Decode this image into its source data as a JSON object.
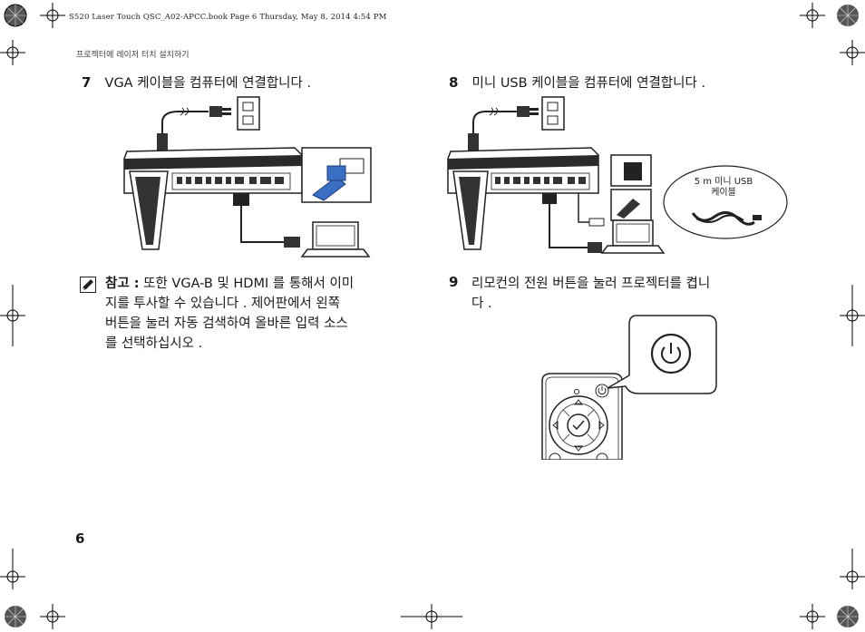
{
  "header": {
    "file_info": "S520 Laser Touch QSC_A02-APCC.book  Page 6  Thursday, May 8, 2014  4:54 PM"
  },
  "section_title": "프로젝터에 레이저 터치 설치하기",
  "steps": [
    {
      "number": "7",
      "text": "VGA 케이블을 컴퓨터에 연결합니다 ."
    },
    {
      "number": "8",
      "text": "미니 USB 케이블을 컴퓨터에 연결합니다 ."
    },
    {
      "number": "9",
      "line1": "리모컨의 전원 버튼을 눌러 프로젝터를 켭니",
      "line2": "다 ."
    }
  ],
  "note": {
    "label": "참고 :",
    "line1": "또한 VGA-B 및 HDMI 를 통해서 이미",
    "line2": "지를 투사할 수 있습니다 . 제어판에서 왼쪽",
    "line3": "버튼을 눌러 자동 검색하여 올바른 입력 소스",
    "line4": "를 선택하십시오 ."
  },
  "cable_callout": {
    "line1": "5 m 미니 USB",
    "line2": "케이블"
  },
  "page_number": "6",
  "icons": [
    "note-pencil-icon",
    "power-icon",
    "registration-mark-icon",
    "crop-mark-icon"
  ],
  "colors": {
    "text": "#1a1a1a",
    "vga_connector": "#3b6fc4",
    "line_art": "#222222"
  }
}
